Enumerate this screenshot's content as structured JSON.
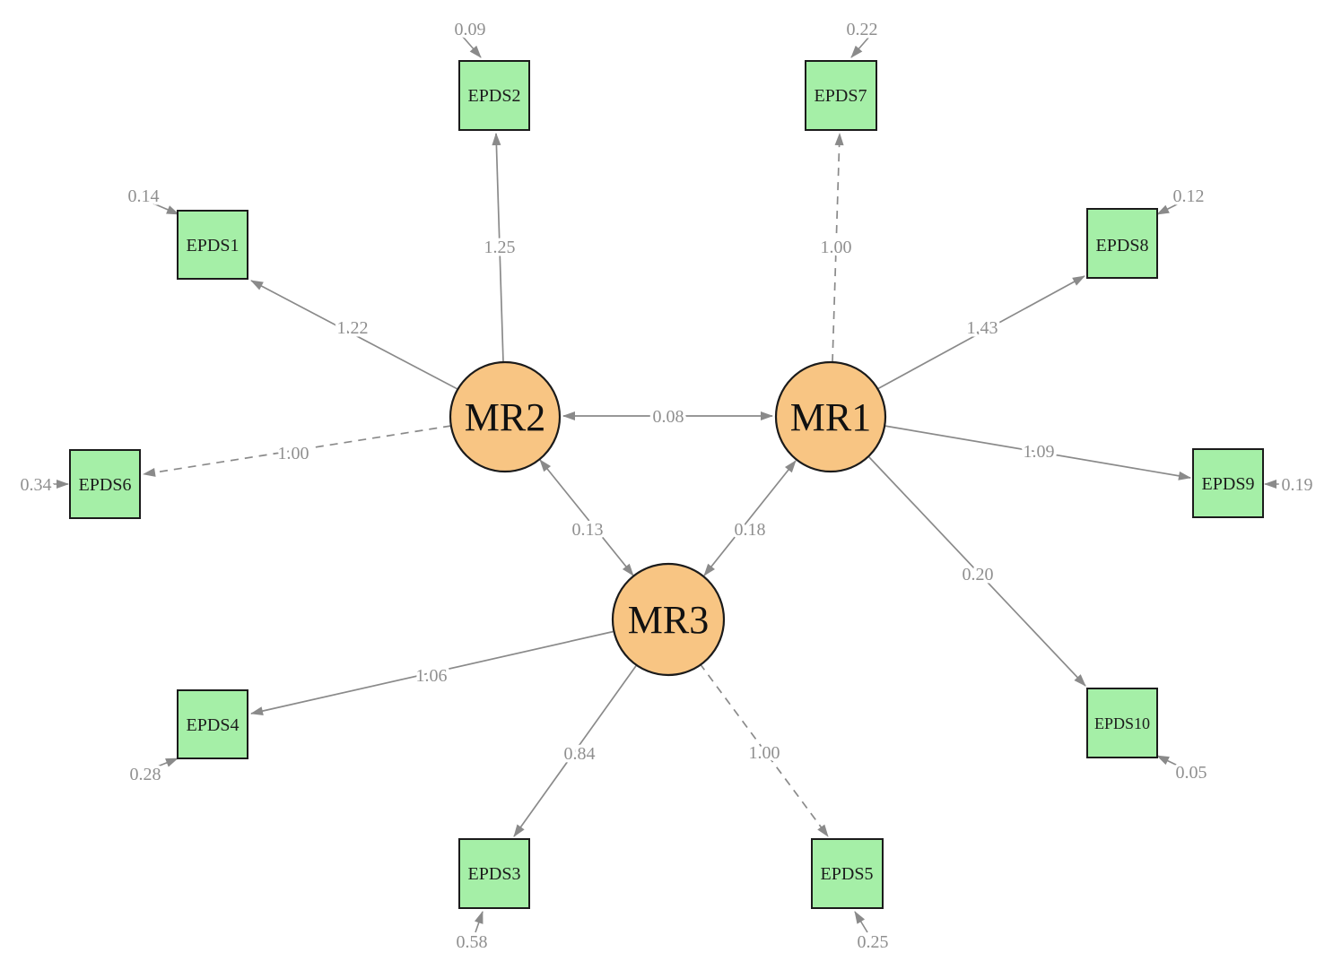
{
  "diagram": {
    "type": "sem-path-diagram",
    "latents": [
      {
        "id": "MR1",
        "label": "MR1"
      },
      {
        "id": "MR2",
        "label": "MR2"
      },
      {
        "id": "MR3",
        "label": "MR3"
      }
    ],
    "observed": [
      {
        "id": "EPDS1",
        "label": "EPDS1",
        "error_variance": "0.14"
      },
      {
        "id": "EPDS2",
        "label": "EPDS2",
        "error_variance": "0.09"
      },
      {
        "id": "EPDS3",
        "label": "EPDS3",
        "error_variance": "0.58"
      },
      {
        "id": "EPDS4",
        "label": "EPDS4",
        "error_variance": "0.28"
      },
      {
        "id": "EPDS5",
        "label": "EPDS5",
        "error_variance": "0.25"
      },
      {
        "id": "EPDS6",
        "label": "EPDS6",
        "error_variance": "0.34"
      },
      {
        "id": "EPDS7",
        "label": "EPDS7",
        "error_variance": "0.22"
      },
      {
        "id": "EPDS8",
        "label": "EPDS8",
        "error_variance": "0.12"
      },
      {
        "id": "EPDS9",
        "label": "EPDS9",
        "error_variance": "0.19"
      },
      {
        "id": "EPDS10",
        "label": "EPDS10",
        "error_variance": "0.05"
      }
    ],
    "loadings": [
      {
        "from": "MR2",
        "to": "EPDS1",
        "value": "1.22",
        "line_style": "solid"
      },
      {
        "from": "MR2",
        "to": "EPDS2",
        "value": "1.25",
        "line_style": "solid"
      },
      {
        "from": "MR2",
        "to": "EPDS6",
        "value": "1.00",
        "line_style": "dashed"
      },
      {
        "from": "MR1",
        "to": "EPDS7",
        "value": "1.00",
        "line_style": "dashed"
      },
      {
        "from": "MR1",
        "to": "EPDS8",
        "value": "1.43",
        "line_style": "solid"
      },
      {
        "from": "MR1",
        "to": "EPDS9",
        "value": "1.09",
        "line_style": "solid"
      },
      {
        "from": "MR1",
        "to": "EPDS10",
        "value": "0.20",
        "line_style": "solid"
      },
      {
        "from": "MR3",
        "to": "EPDS4",
        "value": "1.06",
        "line_style": "solid"
      },
      {
        "from": "MR3",
        "to": "EPDS3",
        "value": "0.84",
        "line_style": "solid"
      },
      {
        "from": "MR3",
        "to": "EPDS5",
        "value": "1.00",
        "line_style": "dashed"
      }
    ],
    "covariances": [
      {
        "between": "MR2-MR1",
        "value": "0.08"
      },
      {
        "between": "MR2-MR3",
        "value": "0.13"
      },
      {
        "between": "MR1-MR3",
        "value": "0.18"
      }
    ],
    "colors": {
      "latent_fill": "#F8C583",
      "observed_fill": "#A5EFA7",
      "edge_gray": "#8A8A8A",
      "label_gray": "#8F8F8F",
      "node_border": "#1b1b1b"
    }
  }
}
